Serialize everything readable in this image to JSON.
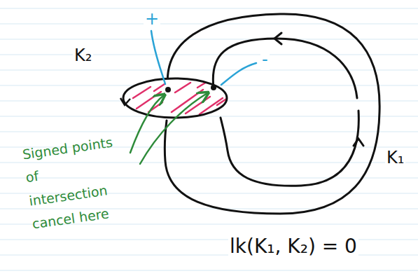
{
  "diagram": {
    "labels": [
      "K₂",
      "+",
      "-",
      "Signed points of intersection cancel here",
      "K₁",
      "lk(K₁, K₂) = 0"
    ]
  }
}
